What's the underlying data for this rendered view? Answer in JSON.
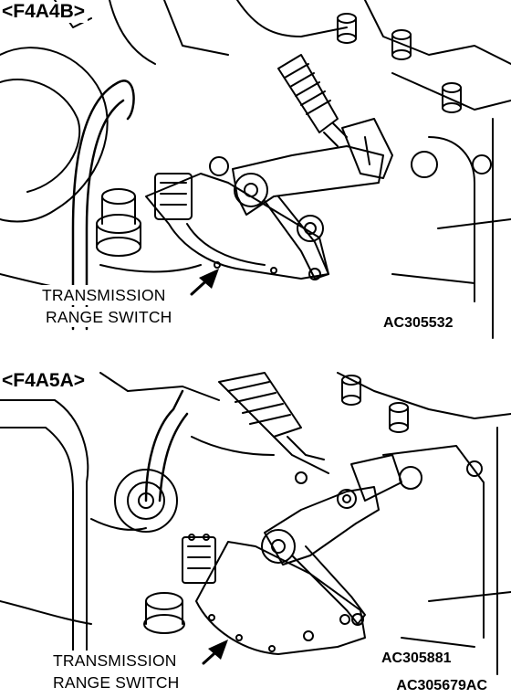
{
  "figure": {
    "footer_code": "AC305679AC",
    "panels": [
      {
        "id": "top",
        "variant": "<F4A4B>",
        "callout_line1": "TRANSMISSION",
        "callout_line2": "RANGE SWITCH",
        "ref_code": "AC305532"
      },
      {
        "id": "bottom",
        "variant": "<F4A5A>",
        "callout_line1": "TRANSMISSION",
        "callout_line2": "RANGE SWITCH",
        "ref_code": "AC305881"
      }
    ]
  }
}
